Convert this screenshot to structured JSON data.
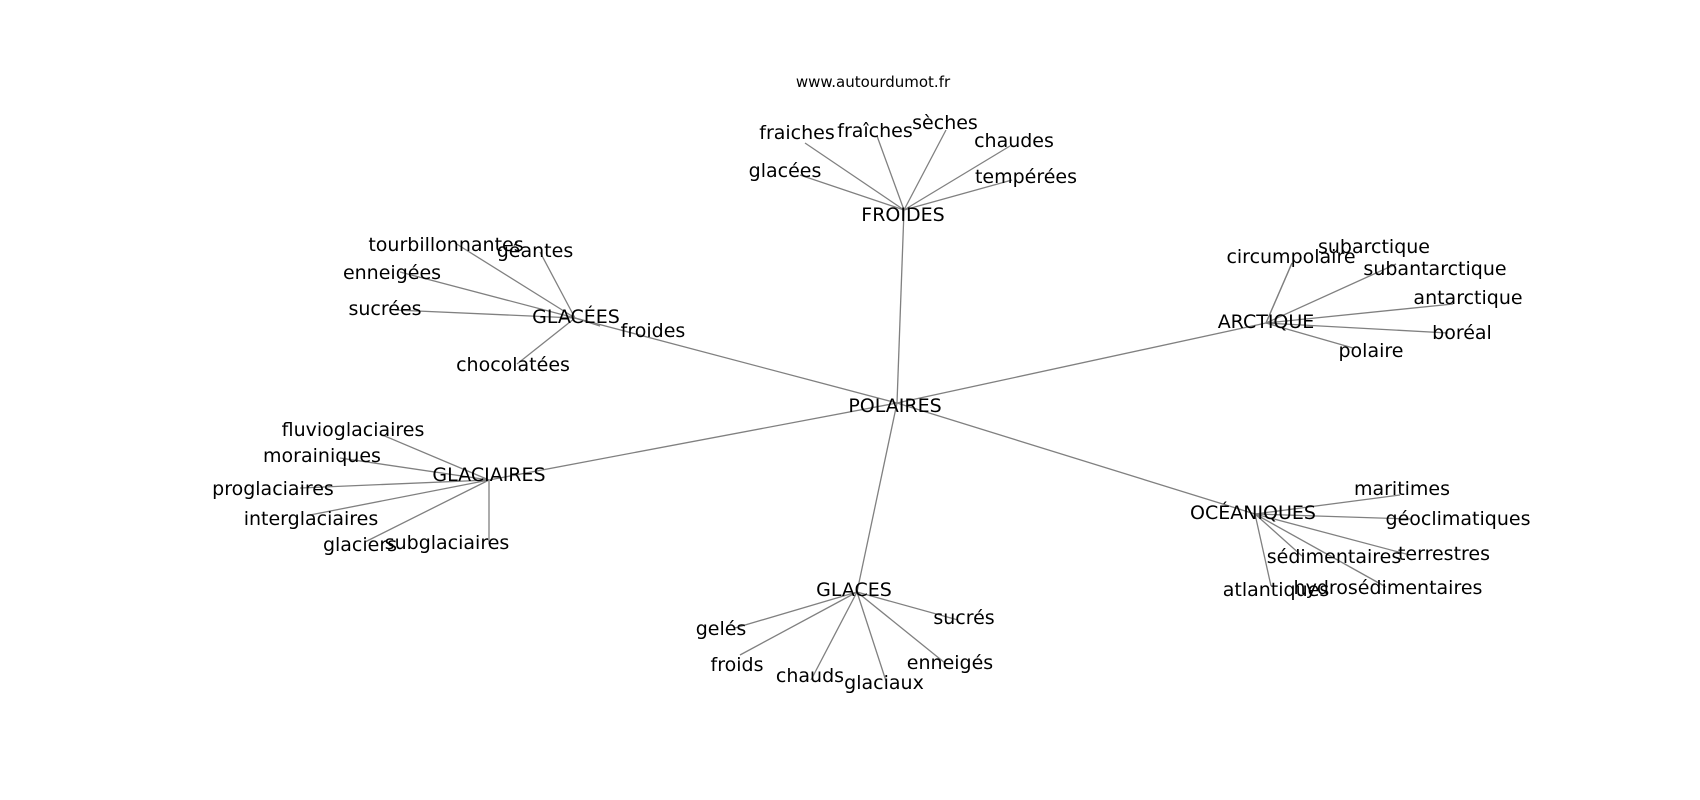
{
  "source": "www.autourdumot.fr",
  "center": "POLAIRES",
  "groups": {
    "froides": {
      "label": "FROIDES",
      "leaves": [
        "fraiches",
        "fraîches",
        "sèches",
        "chaudes",
        "glacées",
        "tempérées"
      ]
    },
    "glacees": {
      "label": "GLACÉES",
      "leaves": [
        "tourbillonnantes",
        "géantes",
        "enneigées",
        "sucrées",
        "froides",
        "chocolatées"
      ]
    },
    "arctique": {
      "label": "ARCTIQUE",
      "leaves": [
        "subarctique",
        "circumpolaire",
        "subantarctique",
        "antarctique",
        "boréal",
        "polaire"
      ]
    },
    "glaciaires": {
      "label": "GLACIAIRES",
      "leaves": [
        "fluvioglaciaires",
        "morainiques",
        "proglaciaires",
        "interglaciaires",
        "glaciers",
        "subglaciaires"
      ]
    },
    "oceaniques": {
      "label": "OCÉANIQUES",
      "leaves": [
        "maritimes",
        "géoclimatiques",
        "sédimentaires",
        "terrestres",
        "atlantiques",
        "hydrosédimentaires"
      ]
    },
    "glaces": {
      "label": "GLACES",
      "leaves": [
        "sucrés",
        "gelés",
        "froids",
        "enneigés",
        "chauds",
        "glaciaux"
      ]
    }
  }
}
